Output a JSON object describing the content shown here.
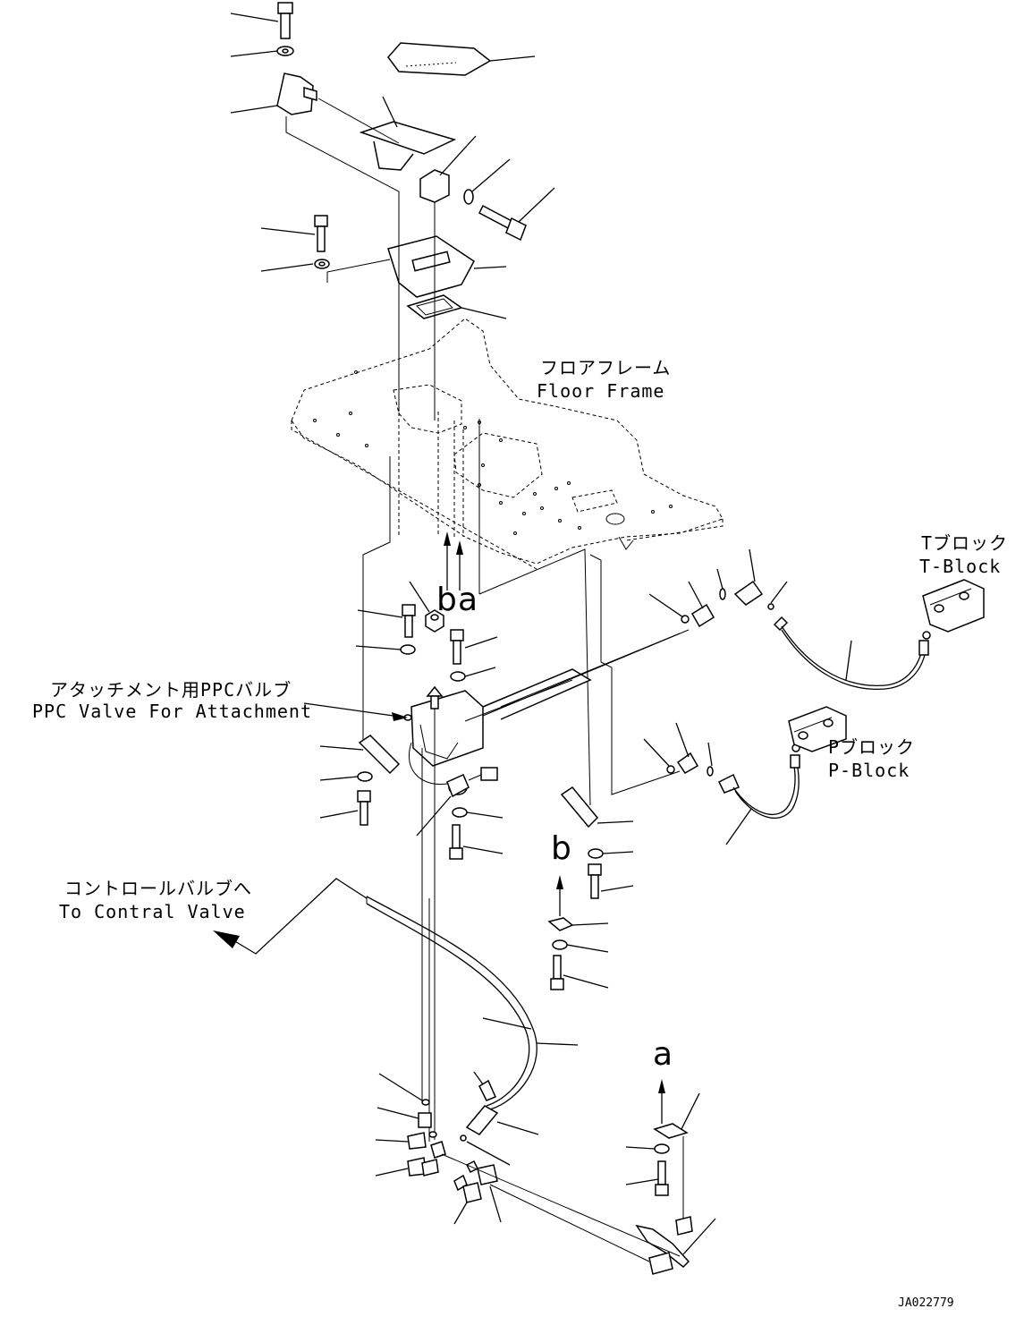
{
  "labels": {
    "floor_frame_jp": "フロアフレーム",
    "floor_frame_en": "Floor Frame",
    "t_block_jp": "Tブロック",
    "t_block_en": "T-Block",
    "p_block_jp": "Pブロック",
    "p_block_en": "P-Block",
    "ppc_valve_jp": "アタッチメント用PPCバルブ",
    "ppc_valve_en": "PPC Valve For Attachment",
    "control_valve_jp": "コントロールバルブへ",
    "control_valve_en": "To Contral Valve",
    "ref_a_upper": "a",
    "ref_b_upper": "b",
    "ref_b_lower": "b",
    "ref_a_lower": "a",
    "drawing_code": "JA022779"
  },
  "colors": {
    "line": "#000000",
    "background": "#ffffff"
  }
}
